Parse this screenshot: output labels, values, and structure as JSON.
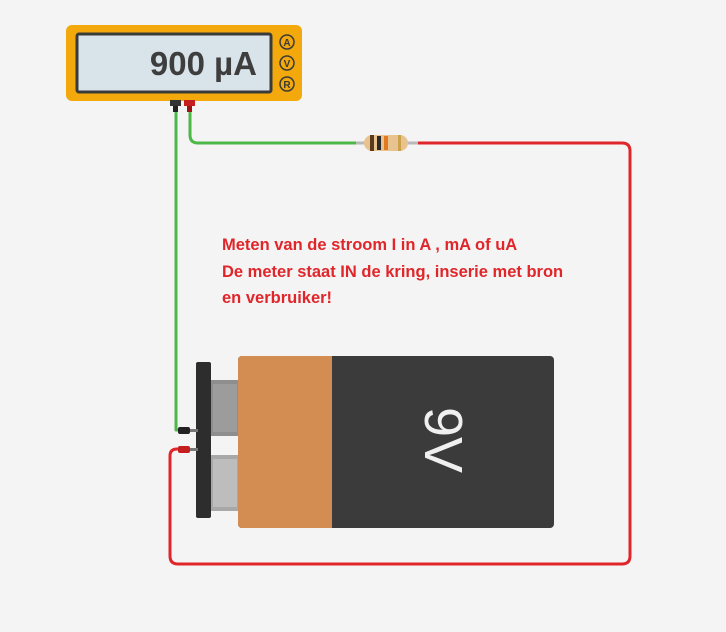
{
  "meter": {
    "reading": "900 µA",
    "modes": [
      "A",
      "V",
      "R"
    ]
  },
  "battery": {
    "label": "9V"
  },
  "note": {
    "lines": [
      "Meten van de stroom I in A , mA of uA",
      "De meter staat IN de kring, inserie met bron",
      "en verbruiker!"
    ]
  },
  "colors": {
    "background": "#f4f4f4",
    "meter_body": "#f3a90c",
    "display": "#d8e3ea",
    "wire_green": "#4db848",
    "wire_red": "#e0262a",
    "battery_body": "#3b3b3b",
    "battery_label": "#d38d52",
    "caption_text": "#e0262a"
  },
  "icons": [
    "mode-a-icon",
    "mode-v-icon",
    "mode-r-icon",
    "resistor-icon",
    "battery-icon"
  ]
}
